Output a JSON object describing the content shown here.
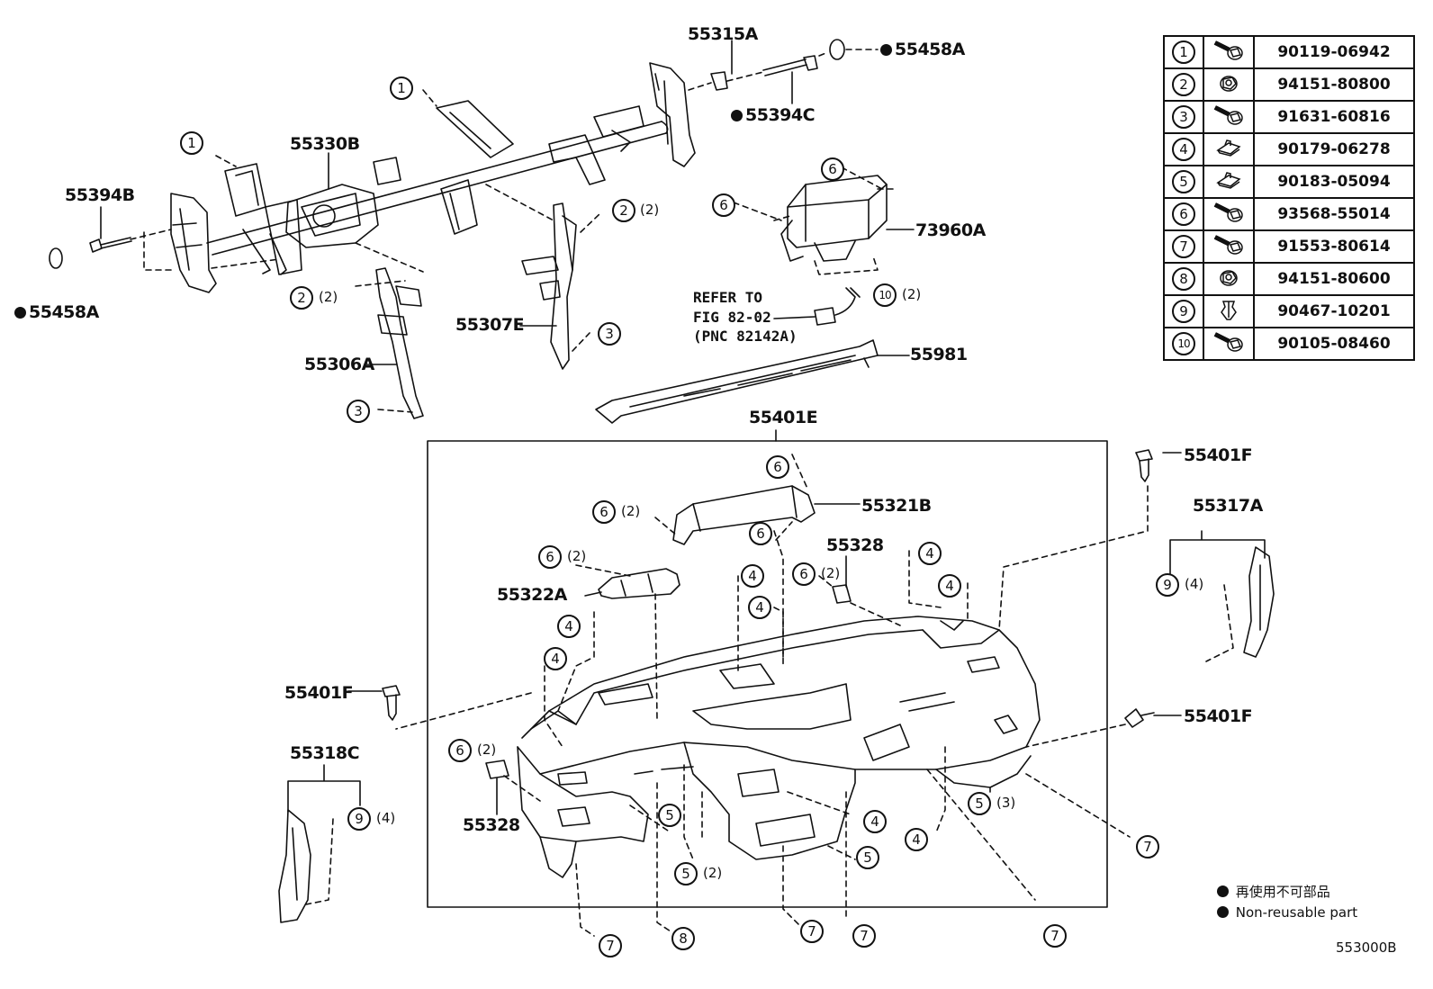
{
  "parts": {
    "p55315A": "55315A",
    "p55458A_top": "55458A",
    "p55394C": "55394C",
    "p55330B": "55330B",
    "p55394B": "55394B",
    "p55458A_left": "55458A",
    "p73960A": "73960A",
    "p55307E": "55307E",
    "p55306A": "55306A",
    "p55981": "55981",
    "p55401E": "55401E",
    "p55401F_top": "55401F",
    "p55321B": "55321B",
    "p55317A": "55317A",
    "p55328_top": "55328",
    "p55322A": "55322A",
    "p55401F_left": "55401F",
    "p55401F_right": "55401F",
    "p55318C": "55318C",
    "p55328_bottom": "55328"
  },
  "refer": {
    "line1": "REFER TO",
    "line2": "FIG 82-02",
    "line3": "(PNC 82142A)"
  },
  "legend_table": [
    {
      "num": "1",
      "icon": "bolt-washer-icon",
      "part": "90119-06942"
    },
    {
      "num": "2",
      "icon": "nut-icon",
      "part": "94151-80800"
    },
    {
      "num": "3",
      "icon": "bolt-washer-icon",
      "part": "91631-60816"
    },
    {
      "num": "4",
      "icon": "clip-nut-icon",
      "part": "90179-06278"
    },
    {
      "num": "5",
      "icon": "clip-nut-icon",
      "part": "90183-05094"
    },
    {
      "num": "6",
      "icon": "bolt-washer-icon",
      "part": "93568-55014"
    },
    {
      "num": "7",
      "icon": "bolt-washer-icon",
      "part": "91553-80614"
    },
    {
      "num": "8",
      "icon": "nut-icon",
      "part": "94151-80600"
    },
    {
      "num": "9",
      "icon": "clip-icon",
      "part": "90467-10201"
    },
    {
      "num": "10",
      "icon": "bolt-washer-icon",
      "part": "90105-08460"
    }
  ],
  "notes": {
    "jp": "再使用不可部品",
    "en": "Non-reusable part",
    "fig_id": "553000B"
  },
  "quantities": {
    "q2": "(2)",
    "q3": "(3)",
    "q4": "(4)"
  }
}
